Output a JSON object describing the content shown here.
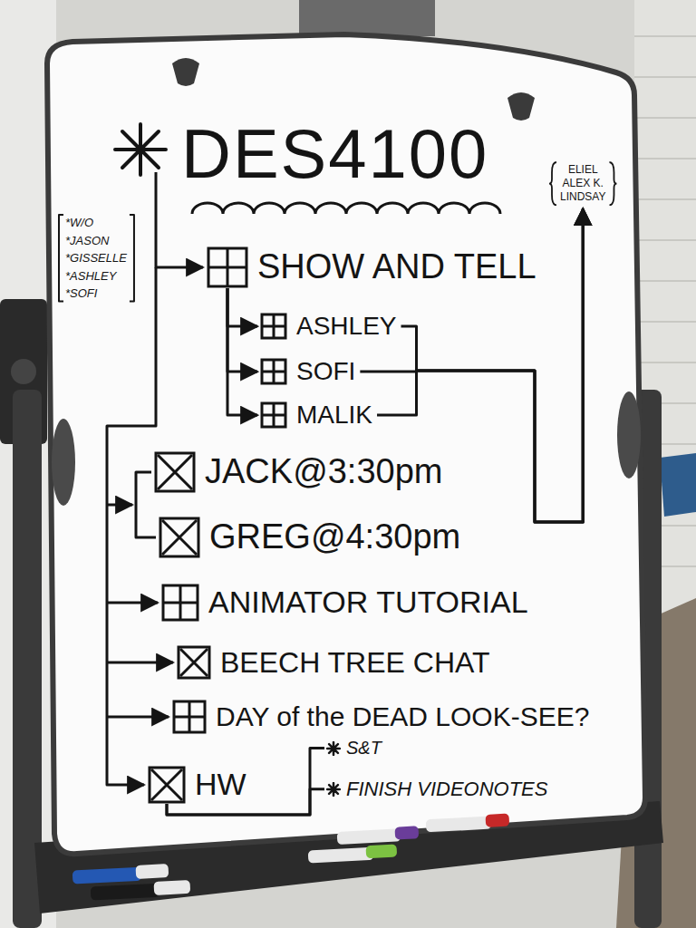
{
  "diagram": {
    "title": "DES4100",
    "nodes": [
      {
        "text": [
          "ELIEL",
          "ALEX K.",
          "LINDSAY"
        ]
      },
      {
        "text": [
          "SHOW AND TELL"
        ]
      },
      {
        "text": [
          "ASHLEY"
        ]
      },
      {
        "text": [
          "SOFI"
        ]
      },
      {
        "text": [
          "MALIK"
        ]
      },
      {
        "text": [
          "JACK@3:30pm"
        ]
      },
      {
        "text": [
          "GREG@4:30pm"
        ]
      },
      {
        "text": [
          "ANIMATOR TUTORIAL"
        ]
      },
      {
        "text": [
          "BEECH TREE CHAT"
        ]
      },
      {
        "text": [
          "DAY of the DEAD LOOK-SEE?"
        ]
      },
      {
        "text": [
          "HW"
        ]
      },
      {
        "text": [
          "S&T"
        ]
      },
      {
        "text": [
          "FINISH VIDEONOTES"
        ]
      }
    ],
    "edges": [
      {
        "from": 1,
        "to": 2,
        "arrow": "to"
      },
      {
        "from": 1,
        "to": 3,
        "arrow": "to"
      },
      {
        "from": 1,
        "to": 4,
        "arrow": "to"
      },
      {
        "from": 2,
        "to": 0,
        "arrow": "to"
      },
      {
        "from": 3,
        "to": 0,
        "arrow": "to"
      },
      {
        "from": 4,
        "to": 0,
        "arrow": "to"
      },
      {
        "from": 10,
        "to": 11,
        "arrow": "none"
      },
      {
        "from": 10,
        "to": 12,
        "arrow": "none"
      }
    ],
    "labels": [
      "*W/O",
      "*JASON",
      "*GISSELLE",
      "*ASHLEY",
      "*SOFI"
    ]
  }
}
